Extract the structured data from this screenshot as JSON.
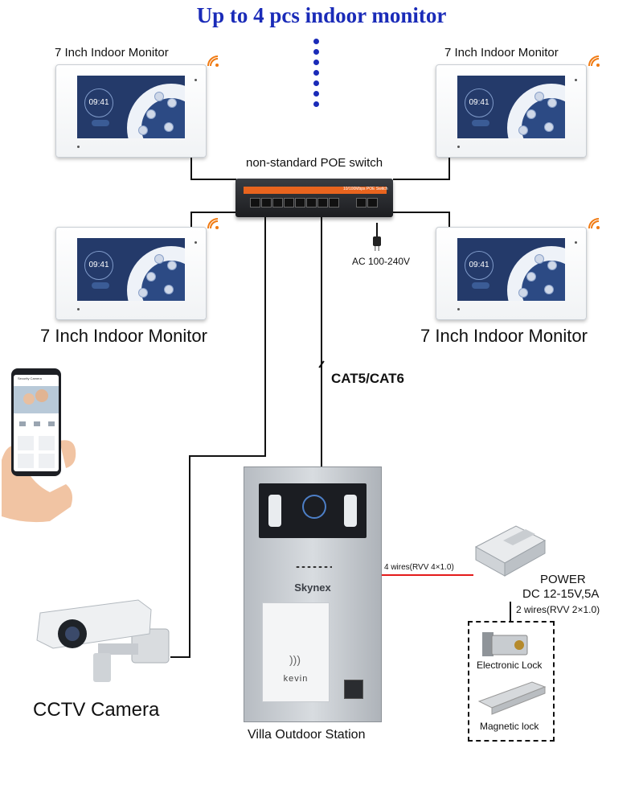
{
  "title": "Up to 4 pcs indoor monitor",
  "monitors": [
    {
      "label": "7 Inch Indoor Monitor",
      "time": "09:41"
    },
    {
      "label": "7 Inch Indoor Monitor",
      "time": "09:41"
    },
    {
      "label": "7 Inch Indoor Monitor",
      "time": "09:41"
    },
    {
      "label": "7 Inch Indoor Monitor",
      "time": "09:41"
    }
  ],
  "switch_label": "non-standard POE switch",
  "switch_badge": "10/100Mbps POE Switch",
  "power_input_label": "AC 100-240V",
  "cable_label": "CAT5/CAT6",
  "phone": {
    "app_title": "Security Camera"
  },
  "station": {
    "brand": "Skynex",
    "card_name": "kevin",
    "label": "Villa Outdoor Station"
  },
  "camera_label": "CCTV Camera",
  "power_supply": {
    "title": "POWER",
    "spec": "DC 12-15V,5A"
  },
  "wires": {
    "to_power": "4 wires(RVV 4×1.0)",
    "to_lock": "2 wires(RVV 2×1.0)"
  },
  "locks": {
    "electronic": "Electronic Lock",
    "magnetic": "Magnetic lock"
  },
  "colors": {
    "title": "#1a2bb8",
    "wifi": "#f07a12",
    "wire_red": "#e41b1b"
  }
}
